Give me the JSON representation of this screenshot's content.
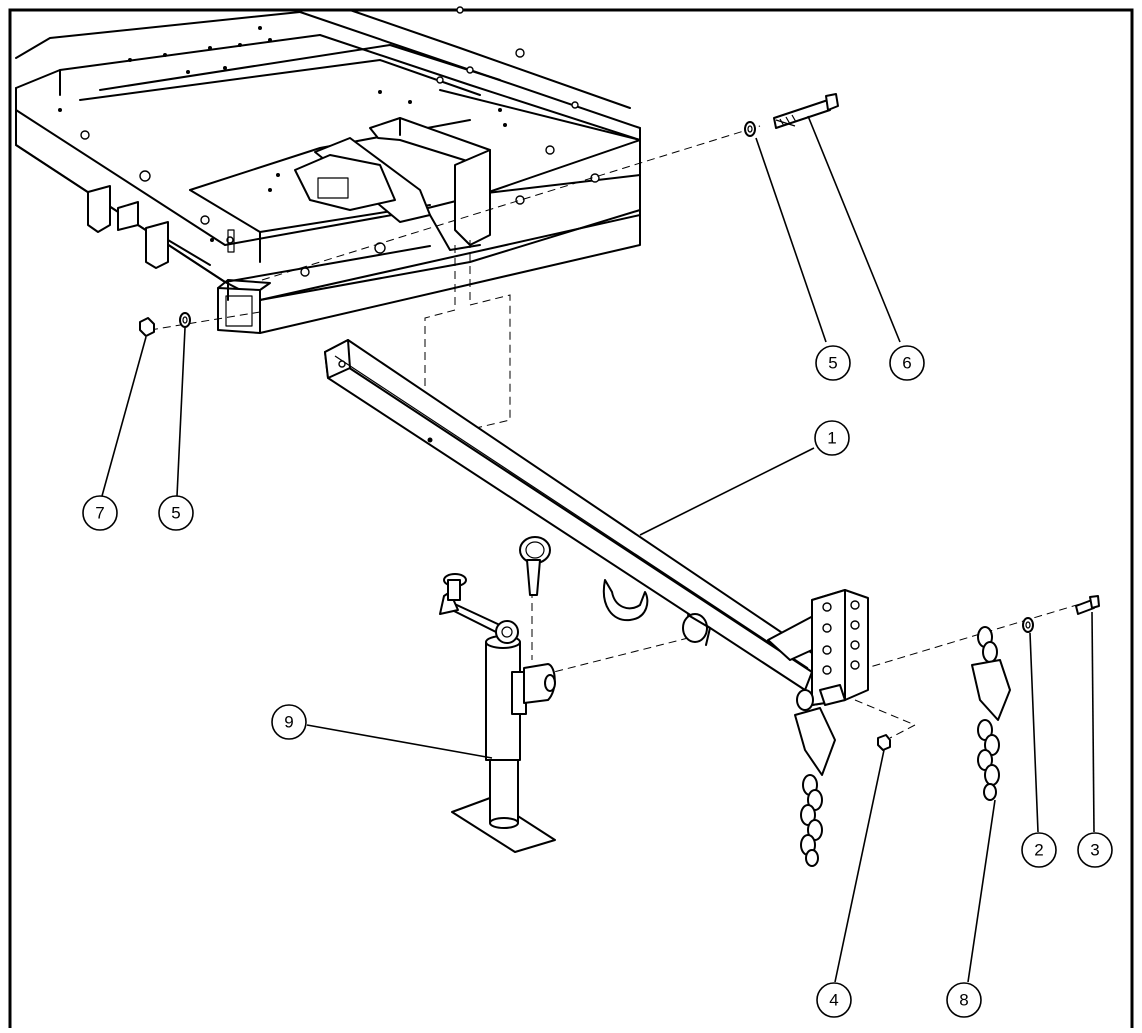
{
  "callouts": [
    {
      "id": "1",
      "label": "1"
    },
    {
      "id": "2",
      "label": "2"
    },
    {
      "id": "3",
      "label": "3"
    },
    {
      "id": "4",
      "label": "4"
    },
    {
      "id": "5a",
      "label": "5"
    },
    {
      "id": "5b",
      "label": "5"
    },
    {
      "id": "6",
      "label": "6"
    },
    {
      "id": "7",
      "label": "7"
    },
    {
      "id": "8",
      "label": "8"
    },
    {
      "id": "9",
      "label": "9"
    }
  ],
  "colors": {
    "line": "#000000",
    "background": "#ffffff"
  }
}
